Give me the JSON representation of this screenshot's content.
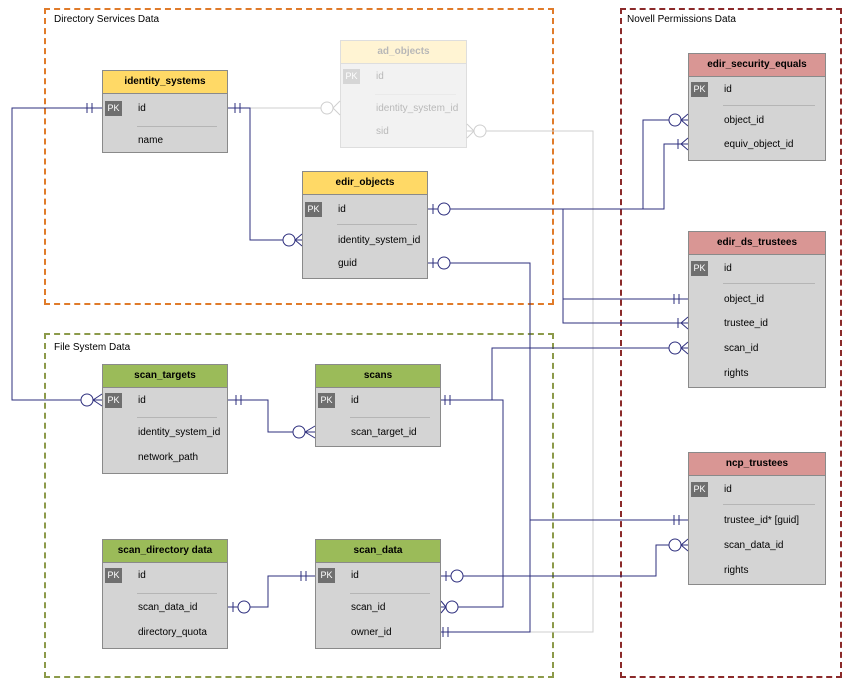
{
  "groups": {
    "directory_services": "Directory Services Data",
    "novell_permissions": "Novell Permissions Data",
    "file_system": "File System Data"
  },
  "colors": {
    "directory_services_border": "#e07b2a",
    "file_system_border": "#8c9a4a",
    "novell_border": "#8b2a2a",
    "relationship_line": "#2e2f7e",
    "faded_line": "#cfcfcf",
    "header_yellow": "#ffd966",
    "header_green": "#9bbb59",
    "header_red": "#d99694"
  },
  "pk_label": "PK",
  "entities": {
    "identity_systems": {
      "title": "identity_systems",
      "pk": "id",
      "fields": [
        "name"
      ]
    },
    "ad_objects": {
      "title": "ad_objects",
      "pk": "id",
      "fields": [
        "identity_system_id",
        "sid"
      ]
    },
    "edir_objects": {
      "title": "edir_objects",
      "pk": "id",
      "fields": [
        "identity_system_id",
        "guid"
      ]
    },
    "scan_targets": {
      "title": "scan_targets",
      "pk": "id",
      "fields": [
        "identity_system_id",
        "network_path"
      ]
    },
    "scans": {
      "title": "scans",
      "pk": "id",
      "fields": [
        "scan_target_id"
      ]
    },
    "scan_directory_data": {
      "title": "scan_directory data",
      "pk": "id",
      "fields": [
        "scan_data_id",
        "directory_quota"
      ]
    },
    "scan_data": {
      "title": "scan_data",
      "pk": "id",
      "fields": [
        "scan_id",
        "owner_id"
      ]
    },
    "edir_security_equals": {
      "title": "edir_security_equals",
      "pk": "id",
      "fields": [
        "object_id",
        "equiv_object_id"
      ]
    },
    "edir_ds_trustees": {
      "title": "edir_ds_trustees",
      "pk": "id",
      "fields": [
        "object_id",
        "trustee_id",
        "scan_id",
        "rights"
      ]
    },
    "ncp_trustees": {
      "title": "ncp_trustees",
      "pk": "id",
      "fields": [
        "trustee_id* [guid]",
        "scan_data_id",
        "rights"
      ]
    }
  }
}
